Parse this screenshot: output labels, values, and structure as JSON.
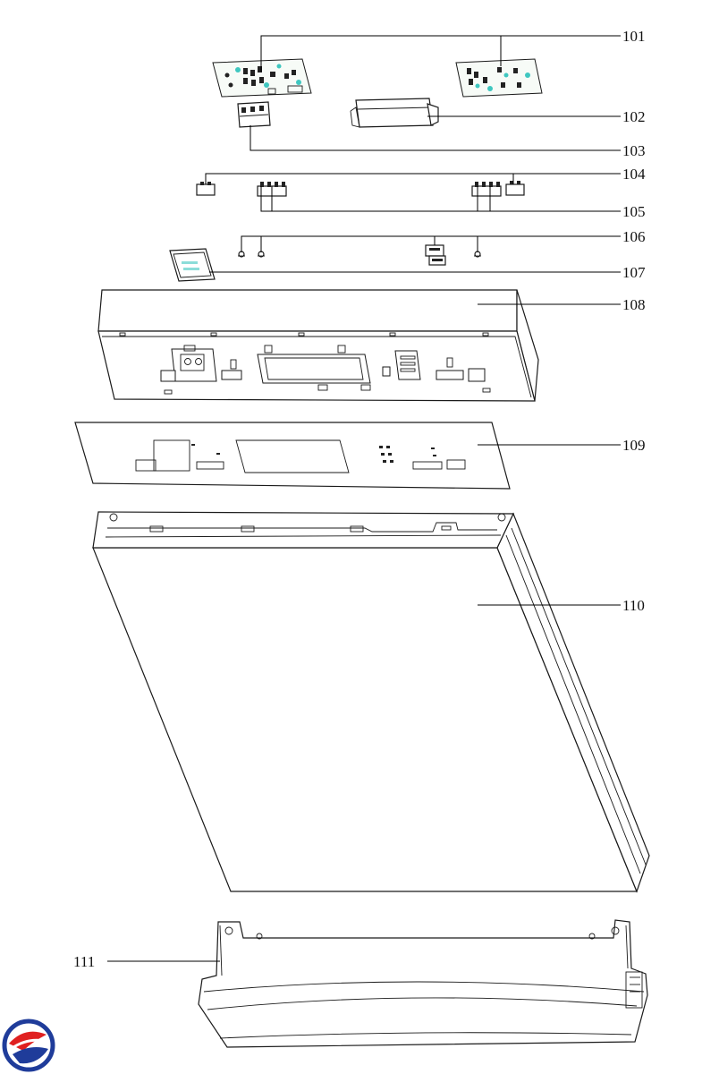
{
  "callouts": [
    {
      "id": "101",
      "label": "101"
    },
    {
      "id": "102",
      "label": "102"
    },
    {
      "id": "103",
      "label": "103"
    },
    {
      "id": "104",
      "label": "104"
    },
    {
      "id": "105",
      "label": "105"
    },
    {
      "id": "106",
      "label": "106"
    },
    {
      "id": "107",
      "label": "107"
    },
    {
      "id": "108",
      "label": "108"
    },
    {
      "id": "109",
      "label": "109"
    },
    {
      "id": "110",
      "label": "110"
    },
    {
      "id": "111",
      "label": "111"
    }
  ],
  "colors": {
    "pcb_accent": "#3fc7c0",
    "logo_red": "#e02020",
    "logo_blue": "#1f3c9a"
  },
  "logo": {
    "icon": "brand-swirl-icon"
  }
}
